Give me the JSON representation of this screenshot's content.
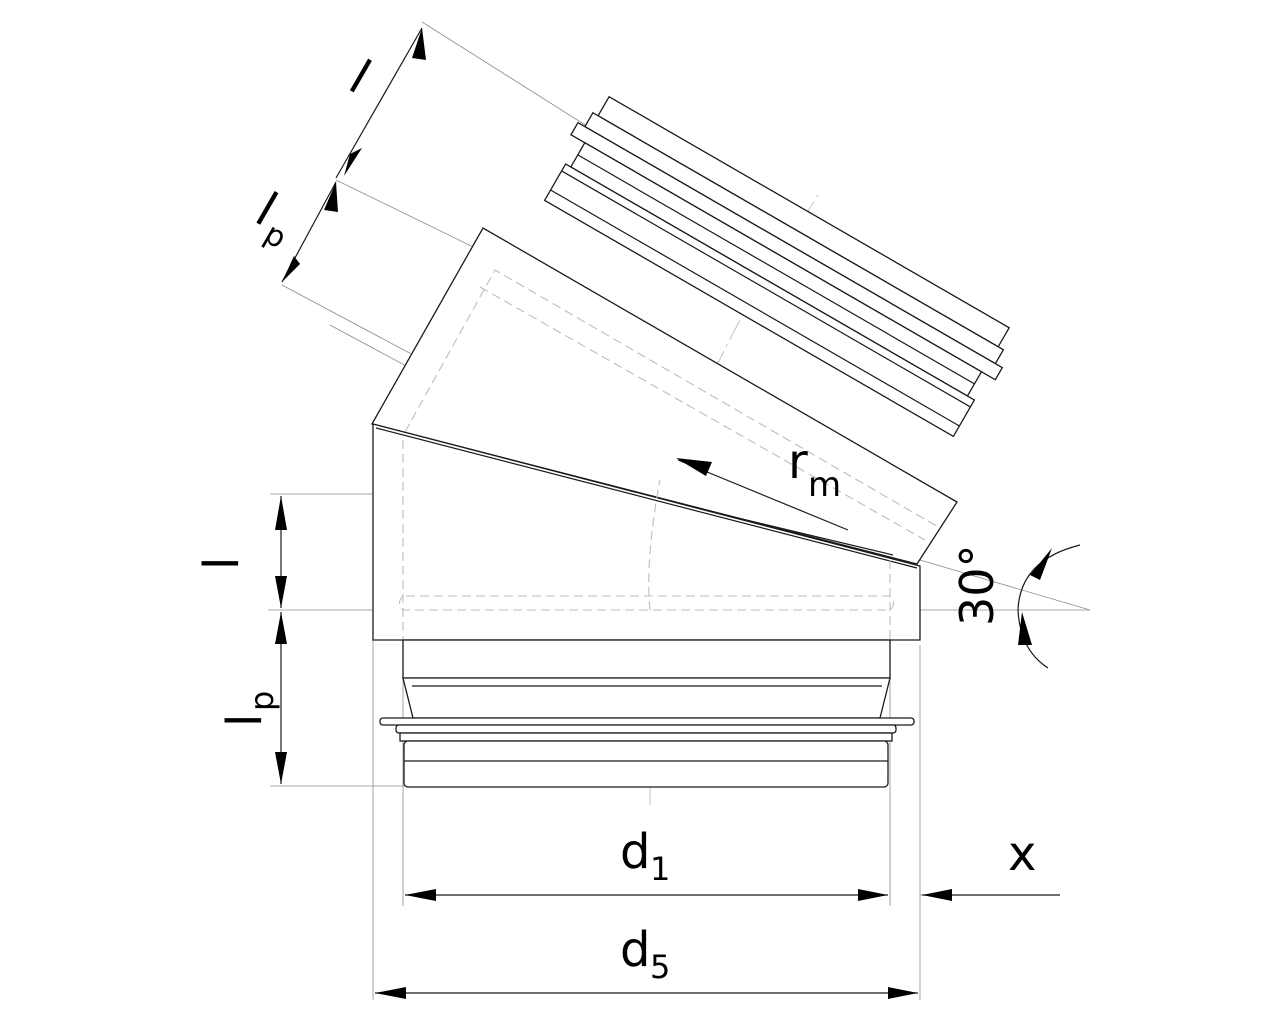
{
  "diagram": {
    "labels": {
      "l_top": "l",
      "lp_top_main": "l",
      "lp_top_sub": "p",
      "rm_main": "r",
      "rm_sub": "m",
      "angle": "30°",
      "l_left": "l",
      "lp_left_main": "l",
      "lp_left_sub": "p",
      "d1_main": "d",
      "d1_sub": "1",
      "x": "x",
      "d5_main": "d",
      "d5_sub": "5"
    }
  }
}
